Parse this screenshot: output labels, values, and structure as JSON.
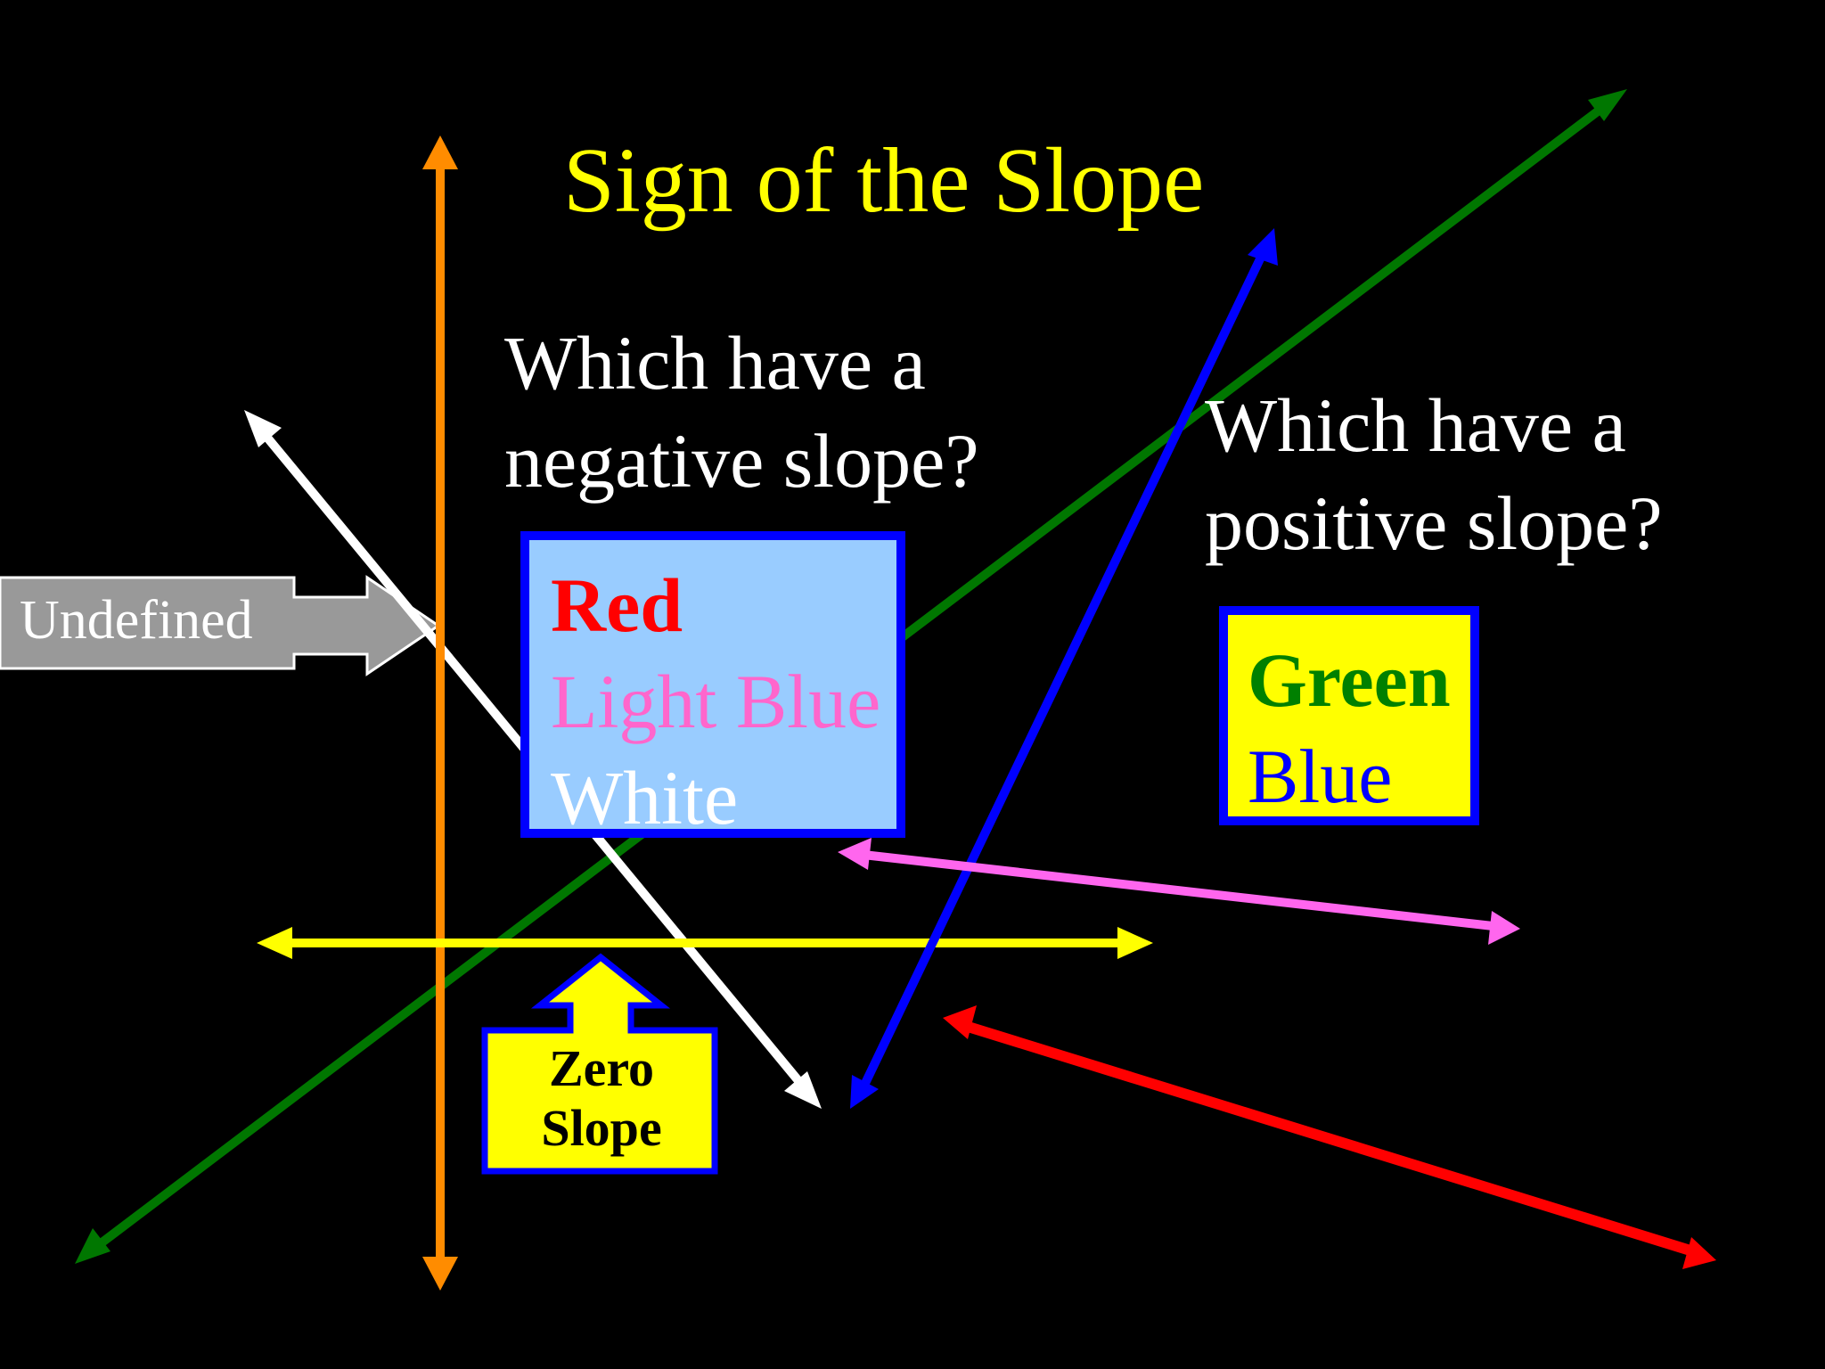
{
  "title": "Sign of the Slope",
  "negative_question": [
    "Which have a",
    "negative slope?"
  ],
  "positive_question": [
    "Which have a",
    "positive slope?"
  ],
  "negative_answers": [
    "Red",
    "Light Blue",
    "White"
  ],
  "positive_answers": [
    "Green",
    "Blue"
  ],
  "undefined_label": "Undefined",
  "zero_label": [
    "Zero",
    "Slope"
  ],
  "colors": {
    "background": "#000000",
    "title": "#ffff00",
    "green_line": "#007700",
    "blue_line": "#0000ff",
    "white_line": "#ffffff",
    "orange_line": "#ff8c00",
    "yellow_line": "#ffff00",
    "pink_line": "#ff66ee",
    "red_line": "#ff0000",
    "box_border": "#0000ff",
    "negative_box_fill": "#99ccff",
    "positive_box_fill": "#ffff00",
    "callout_fill": "#999999"
  }
}
